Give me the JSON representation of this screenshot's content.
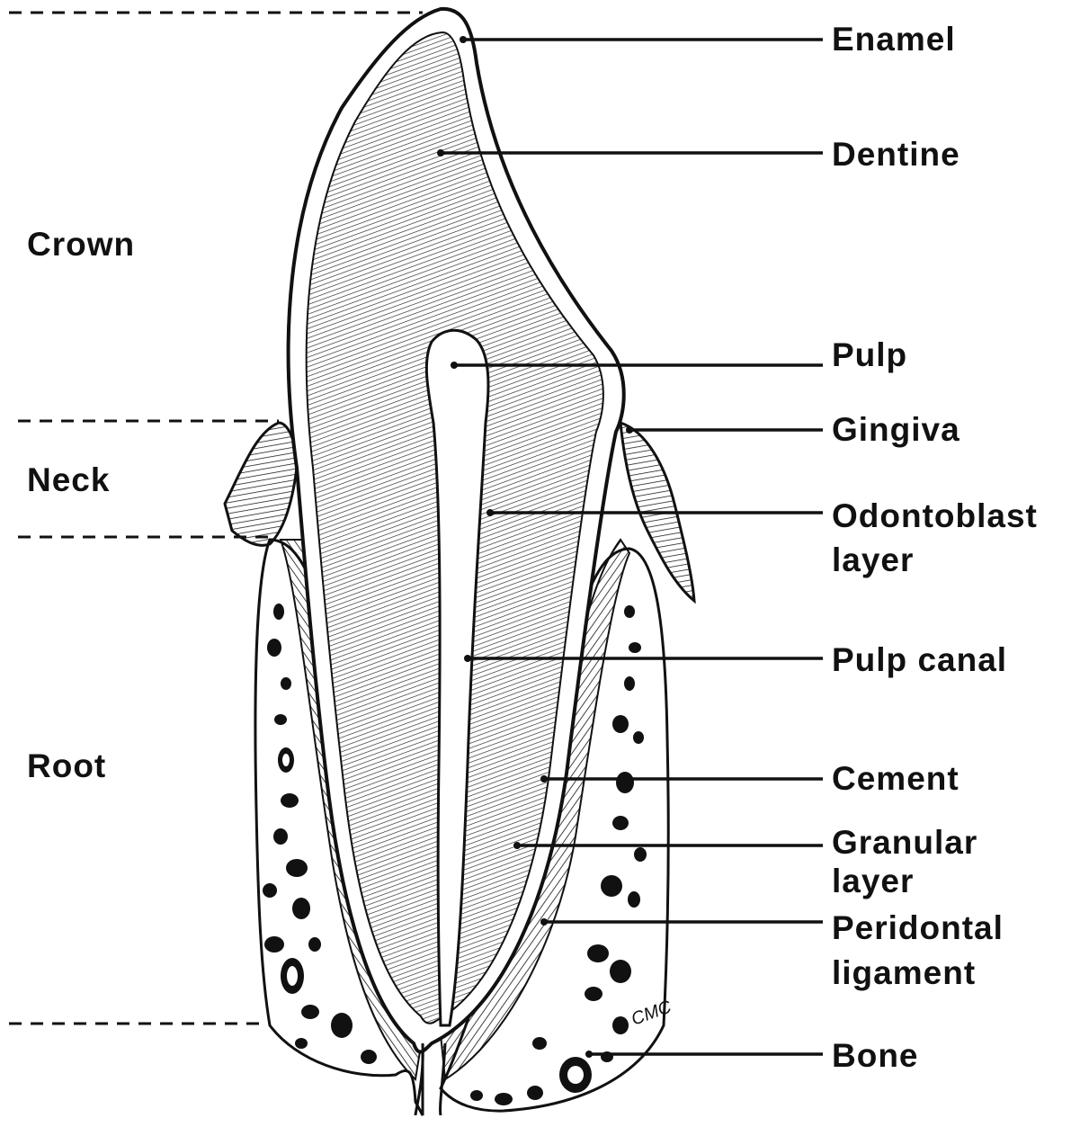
{
  "regions": {
    "crown": "Crown",
    "neck": "Neck",
    "root": "Root"
  },
  "labels": {
    "enamel": "Enamel",
    "dentine": "Dentine",
    "pulp": "Pulp",
    "gingiva": "Gingiva",
    "odontoblast_line1": "Odontoblast",
    "odontoblast_line2": "layer",
    "pulp_canal": "Pulp canal",
    "cement": "Cement",
    "granular_line1": "Granular",
    "granular_line2": "layer",
    "periodontal_line1": "Peridontal",
    "periodontal_line2": "ligament",
    "bone": "Bone"
  },
  "artist_mark": "CMC",
  "colors": {
    "ink": "#111111",
    "paper": "#ffffff"
  }
}
